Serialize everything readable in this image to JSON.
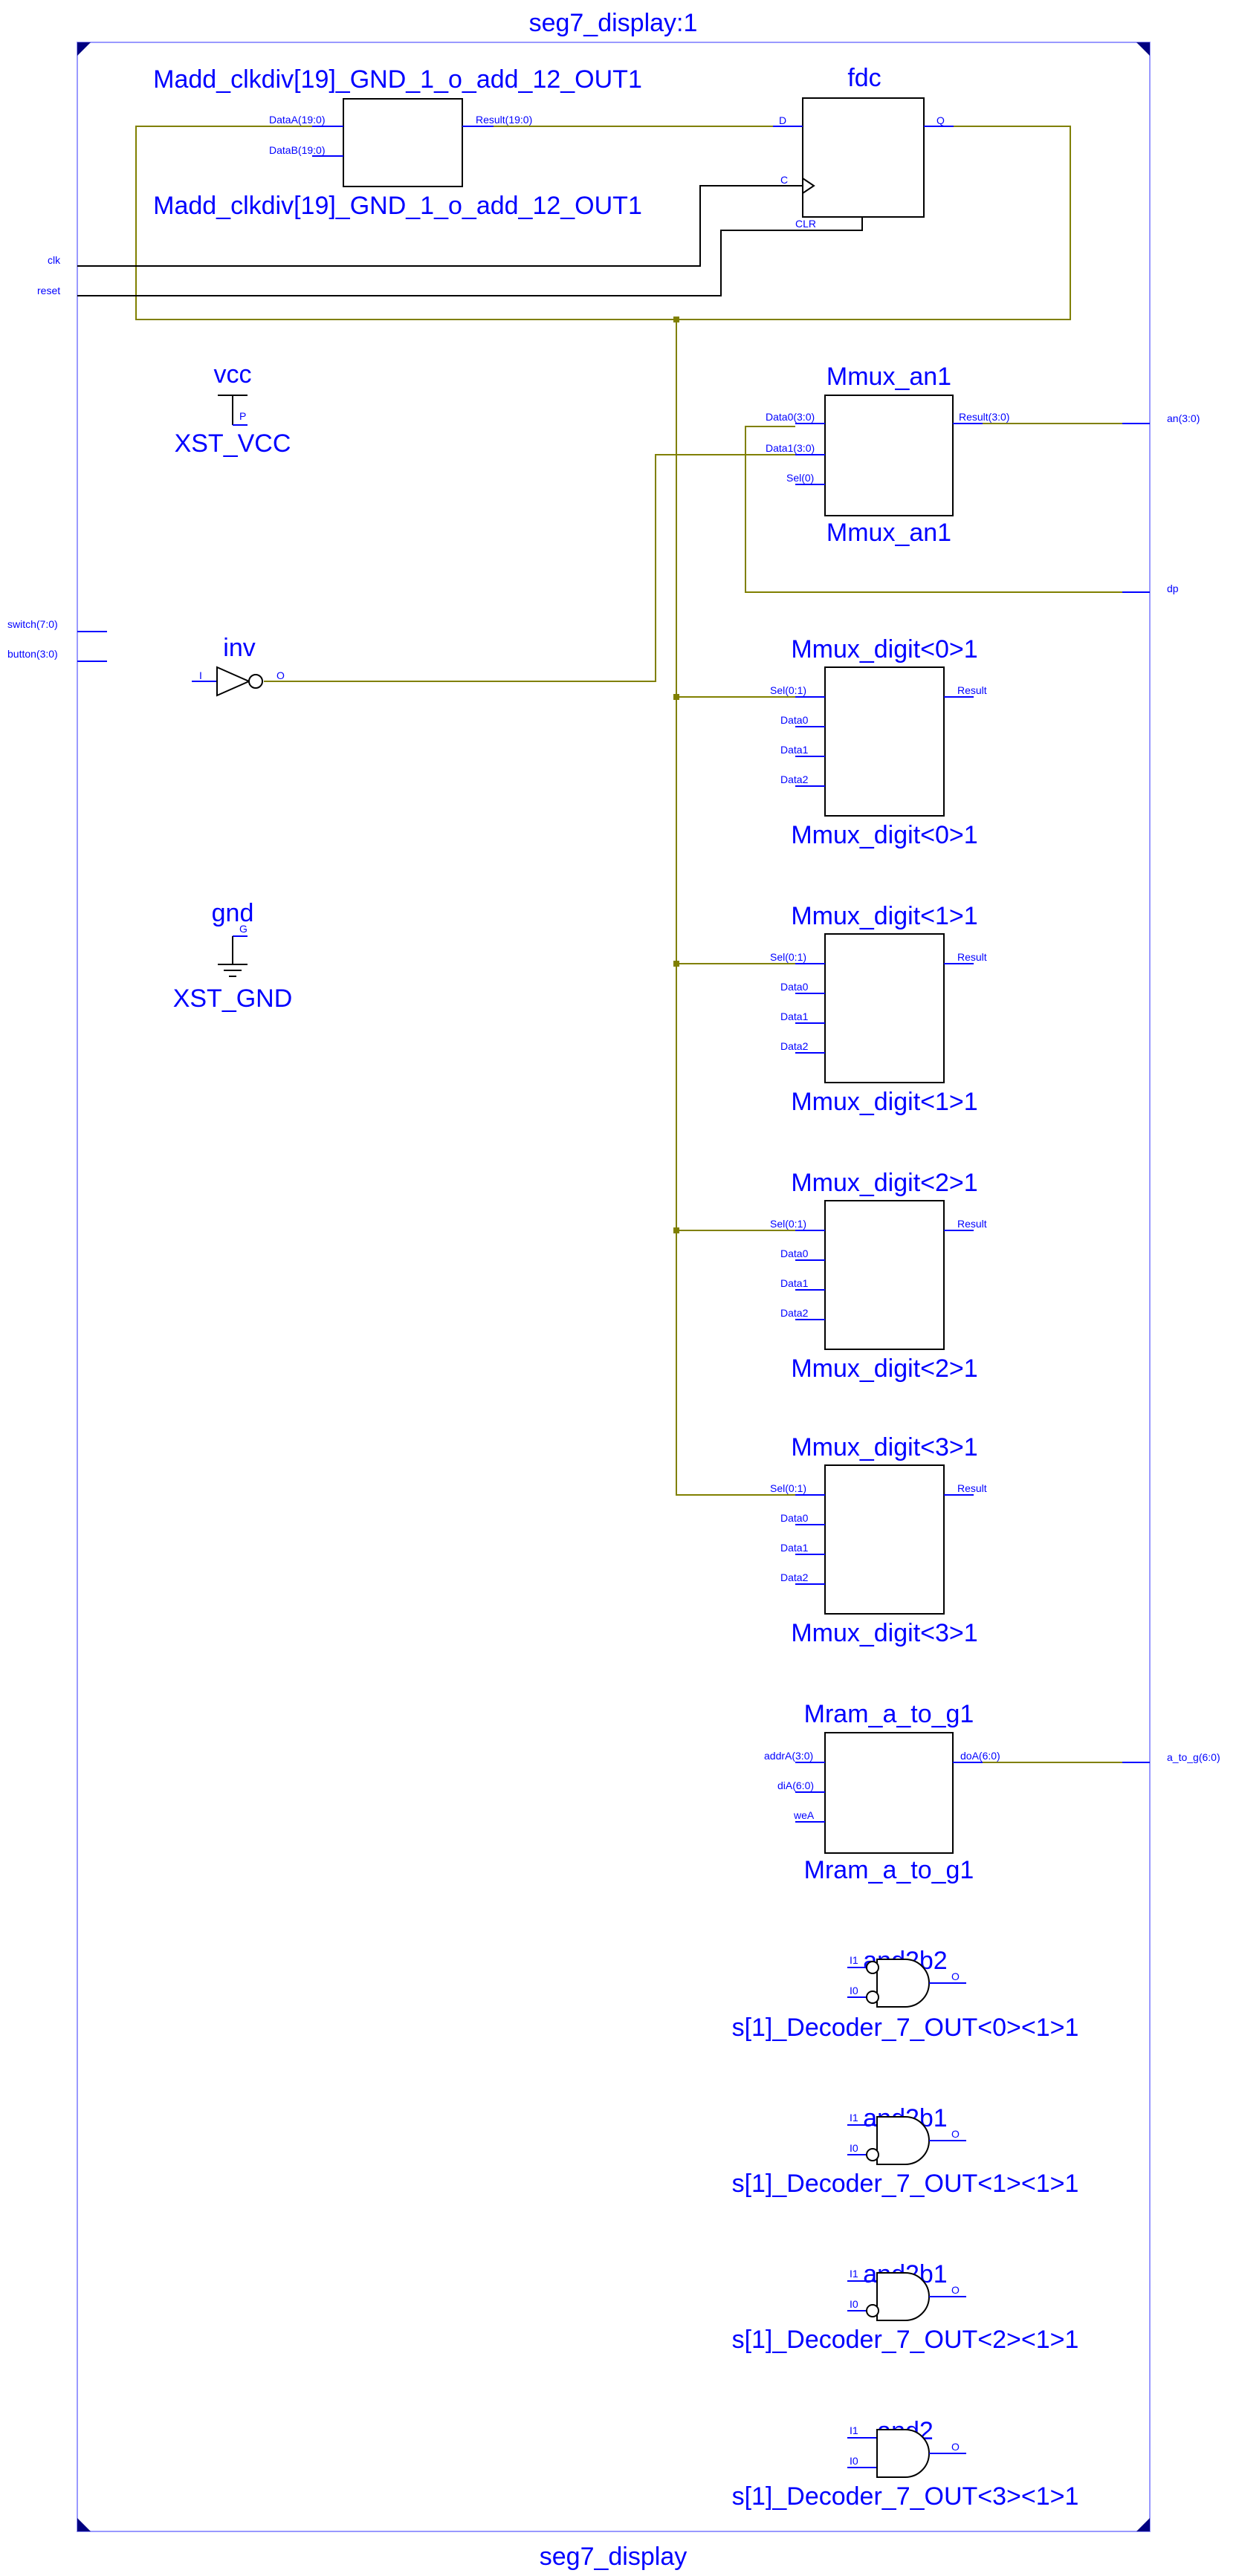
{
  "module": {
    "instance_title": "seg7_display:1",
    "name": "seg7_display"
  },
  "ports_left": {
    "clk": "clk",
    "reset": "reset",
    "switch": "switch(7:0)",
    "button": "button(3:0)"
  },
  "ports_right": {
    "an": "an(3:0)",
    "dp": "dp",
    "a_to_g": "a_to_g(6:0)"
  },
  "adder": {
    "title": "Madd_clkdiv[19]_GND_1_o_add_12_OUT1",
    "subtitle": "Madd_clkdiv[19]_GND_1_o_add_12_OUT1",
    "pin_a": "DataA(19:0)",
    "pin_b": "DataB(19:0)",
    "pin_result": "Result(19:0)"
  },
  "fdc": {
    "title": "fdc",
    "pin_d": "D",
    "pin_q": "Q",
    "pin_c": "C",
    "pin_clr": "CLR"
  },
  "vcc": {
    "title": "vcc",
    "pin": "P",
    "subtitle": "XST_VCC"
  },
  "gnd": {
    "title": "gnd",
    "pin": "G",
    "subtitle": "XST_GND"
  },
  "inv": {
    "title": "inv",
    "pin_in": "I",
    "pin_out": "O"
  },
  "mux_an": {
    "title": "Mmux_an1",
    "subtitle": "Mmux_an1",
    "pin_d0": "Data0(3:0)",
    "pin_d1": "Data1(3:0)",
    "pin_sel": "Sel(0)",
    "pin_result": "Result(3:0)"
  },
  "mux_digits": [
    {
      "title": "Mmux_digit<0>1",
      "subtitle": "Mmux_digit<0>1",
      "sel": "Sel(0:1)",
      "d0": "Data0",
      "d1": "Data1",
      "d2": "Data2",
      "result": "Result"
    },
    {
      "title": "Mmux_digit<1>1",
      "subtitle": "Mmux_digit<1>1",
      "sel": "Sel(0:1)",
      "d0": "Data0",
      "d1": "Data1",
      "d2": "Data2",
      "result": "Result"
    },
    {
      "title": "Mmux_digit<2>1",
      "subtitle": "Mmux_digit<2>1",
      "sel": "Sel(0:1)",
      "d0": "Data0",
      "d1": "Data1",
      "d2": "Data2",
      "result": "Result"
    },
    {
      "title": "Mmux_digit<3>1",
      "subtitle": "Mmux_digit<3>1",
      "sel": "Sel(0:1)",
      "d0": "Data0",
      "d1": "Data1",
      "d2": "Data2",
      "result": "Result"
    }
  ],
  "ram": {
    "title": "Mram_a_to_g1",
    "subtitle": "Mram_a_to_g1",
    "pin_addr": "addrA(3:0)",
    "pin_di": "diA(6:0)",
    "pin_we": "weA",
    "pin_do": "doA(6:0)"
  },
  "gates": [
    {
      "title": "and2b2",
      "subtitle": "s[1]_Decoder_7_OUT<0><1>1",
      "i1": "I1",
      "i0": "I0",
      "o": "O"
    },
    {
      "title": "and2b1",
      "subtitle": "s[1]_Decoder_7_OUT<1><1>1",
      "i1": "I1",
      "i0": "I0",
      "o": "O"
    },
    {
      "title": "and2b1",
      "subtitle": "s[1]_Decoder_7_OUT<2><1>1",
      "i1": "I1",
      "i0": "I0",
      "o": "O"
    },
    {
      "title": "and2",
      "subtitle": "s[1]_Decoder_7_OUT<3><1>1",
      "i1": "I1",
      "i0": "I0",
      "o": "O"
    }
  ],
  "colors": {
    "text": "#0000ff",
    "frame": "#9999ff",
    "wire_net": "#808000",
    "wire_signal": "#000000",
    "box_border": "#000000"
  }
}
